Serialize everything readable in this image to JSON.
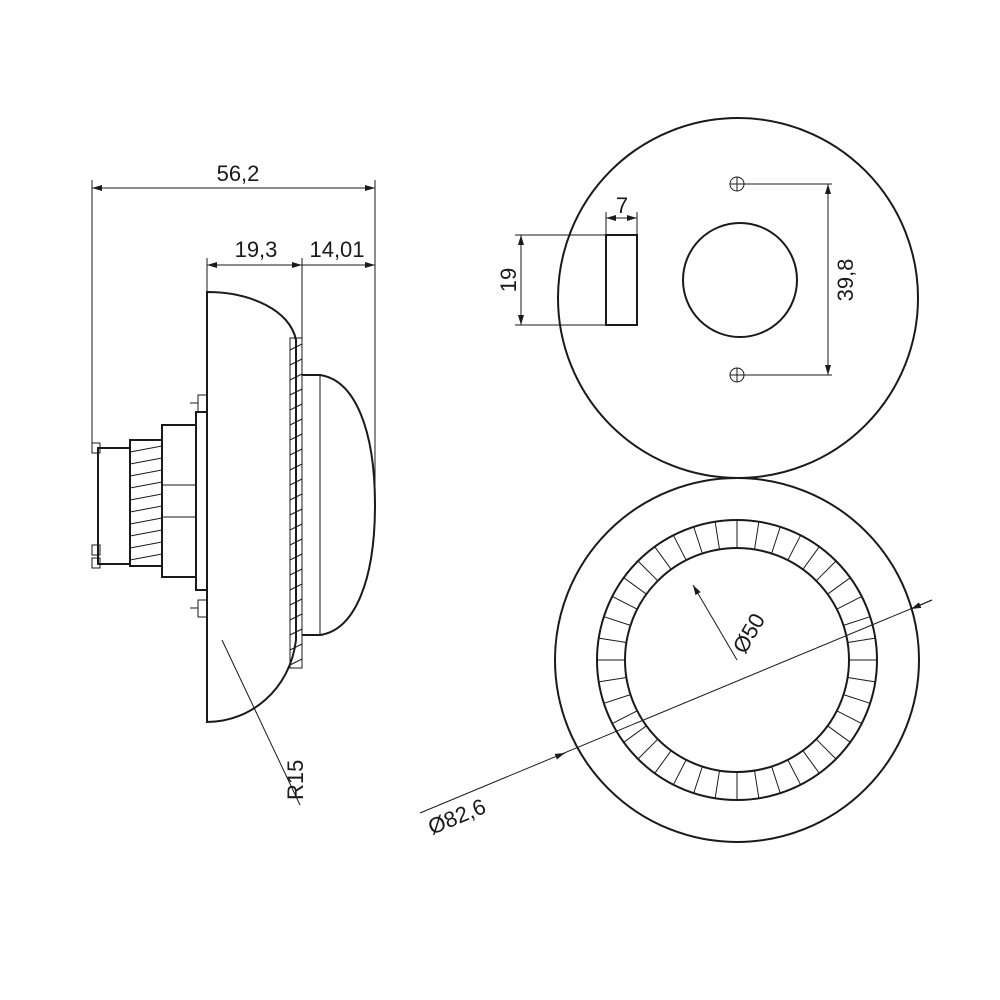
{
  "dimensions": {
    "overall_length": "56,2",
    "body_depth": "19,3",
    "dome_depth": "14,01",
    "dome_radius": "R15",
    "slot_width": "7",
    "slot_height": "19",
    "hole_spacing": "39,8",
    "inner_diameter": "Ø50",
    "outer_diameter": "Ø82,6"
  }
}
